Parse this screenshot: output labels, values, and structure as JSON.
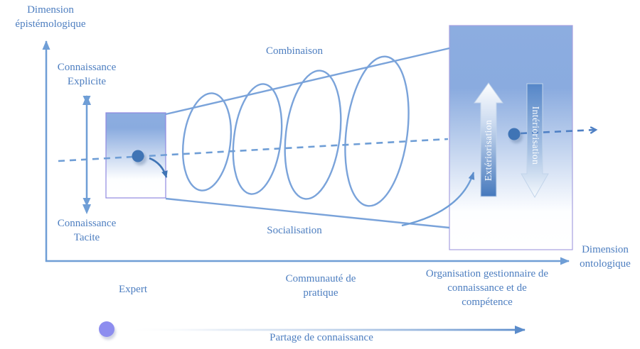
{
  "colors": {
    "text_blue": "#4d7ec0",
    "line_blue": "#6f9ed6",
    "loop_blue": "#7aa3da",
    "box_fill_blue": "#8cade0",
    "box_border_purple": "#a29ce0",
    "dot_dark_blue": "#3f74b5",
    "dot_purple": "#8d8def",
    "arrow_deep_blue": "#4c80c2"
  },
  "axes": {
    "y_label": "Dimension épistémologique",
    "x_label": "Dimension ontologique"
  },
  "epistemological": {
    "explicit": "Connaissance Explicite",
    "tacit": "Connaissance Tacite"
  },
  "seci": {
    "combination": "Combinaison",
    "socialisation": "Socialisation",
    "externalisation": "Extériorisation",
    "internalisation": "Intériorisation"
  },
  "ontological_stages": [
    "Expert",
    "Communauté de pratique",
    "Organisation gestionnaire de connaissance et de compétence"
  ],
  "bottom": {
    "share_label": "Partage de connaissance"
  }
}
